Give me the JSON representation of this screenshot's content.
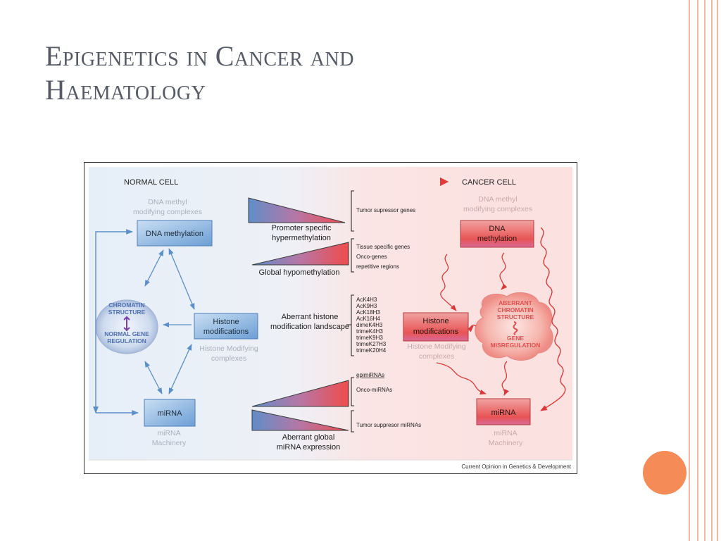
{
  "slide": {
    "title_line1": "Epigenetics in Cancer and",
    "title_line2": "Haematology"
  },
  "figure": {
    "header": {
      "left": "NORMAL CELL",
      "right": "CANCER CELL"
    },
    "normal": {
      "dna_methyl_complex": [
        "DNA methyl",
        "modifying complexes"
      ],
      "dna_methylation": "DNA methylation",
      "chromatin": [
        "CHROMATIN",
        "STRUCTURE",
        "NORMAL GENE",
        "REGULATION"
      ],
      "histone": [
        "Histone",
        "modifications"
      ],
      "histone_complex": [
        "Histone Modifying",
        "complexes"
      ],
      "mirna": "miRNA",
      "mirna_machinery": [
        "miRNA",
        "Machinery"
      ]
    },
    "middle": {
      "promoter": [
        "Promoter specific",
        "hypermethylation"
      ],
      "global_hypo": "Global hypomethylation",
      "aberrant_histone": [
        "Aberrant histone",
        "modification landscape"
      ],
      "aberrant_mirna": [
        "Aberrant global",
        "miRNA expression"
      ]
    },
    "lists": {
      "tumor_suppressor_genes": "Tumor supressor genes",
      "hypo_targets": [
        "Tissue specific genes",
        "Onco-genes",
        "repetitive regions"
      ],
      "histone_marks": [
        "AcK4H3",
        "AcK9H3",
        "AcK18H3",
        "AcK16H4",
        "dimeK4H3",
        "trimeK4H3",
        "trimeK9H3",
        "trimeK27H3",
        "trimeK20H4"
      ],
      "epimirnas": "epimiRNAs",
      "onco_mirnas": "Onco-miRNAs",
      "tumor_suppressor_mirnas": "Tumor suppresor miRNAs"
    },
    "cancer": {
      "dna_methyl_complex": [
        "DNA methyl",
        "modifying complexes"
      ],
      "dna_methylation": [
        "DNA",
        "methylation"
      ],
      "chromatin": [
        "ABERRANT",
        "CHROMATIN",
        "STRUCTURE",
        "GENE",
        "MISREGULATION"
      ],
      "histone": [
        "Histone",
        "modifications"
      ],
      "histone_complex": [
        "Histone Modifying",
        "complexes"
      ],
      "mirna": "miRNA",
      "mirna_machinery": [
        "miRNA",
        "Machinery"
      ]
    },
    "credit": "Current Opinion in Genetics & Development"
  },
  "colors": {
    "accent_line": "#f2b7a2",
    "dot": "#f58c58",
    "title": "#555a64",
    "normal_arrow": "#5b8fc8",
    "cancer_arrow": "#d83a3a"
  }
}
